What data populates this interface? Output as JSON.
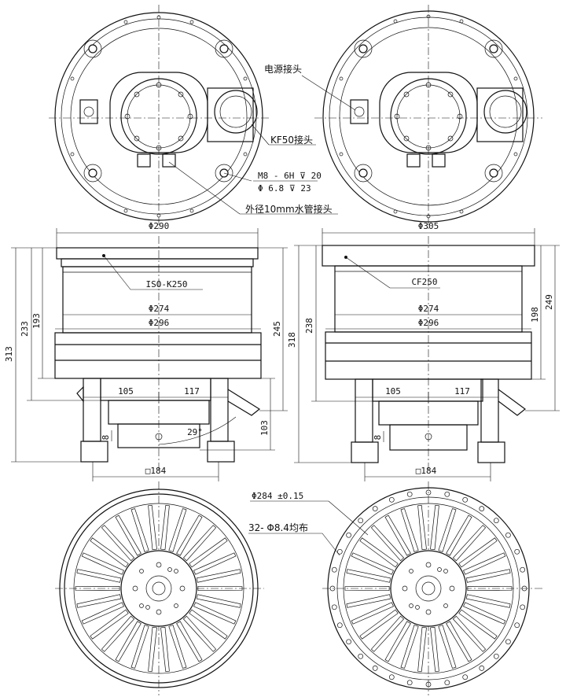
{
  "labels": {
    "power_connector": "电源接头",
    "kf50_connector": "KF50接头",
    "thread_spec_1": "M8 - 6H ⊽ 20",
    "thread_spec_2": "Φ 6.8 ⊽ 23",
    "water_pipe": "外径10mm水管接头",
    "iso_flange": "ISO-K250",
    "cf_flange": "CF250",
    "bolt_circle": "Φ284 ±0.15",
    "bolt_holes": "32- Φ8.4均布"
  },
  "left_side_view": {
    "dia_top": "Φ290",
    "dia_body": "Φ274",
    "dia_base": "Φ296",
    "h_total": "313",
    "h_2": "233",
    "h_3": "193",
    "h_right": "245",
    "h_103": "103",
    "w_left": "105",
    "w_right": "117",
    "angle": "29°",
    "foot_h": "8",
    "square": "□184"
  },
  "right_side_view": {
    "dia_top": "Φ305",
    "dia_body": "Φ274",
    "dia_base": "Φ296",
    "h_total": "318",
    "h_2": "238",
    "h_right_1": "198",
    "h_right_2": "249",
    "w_left": "105",
    "w_right": "117",
    "foot_h": "8",
    "square": "□184"
  }
}
